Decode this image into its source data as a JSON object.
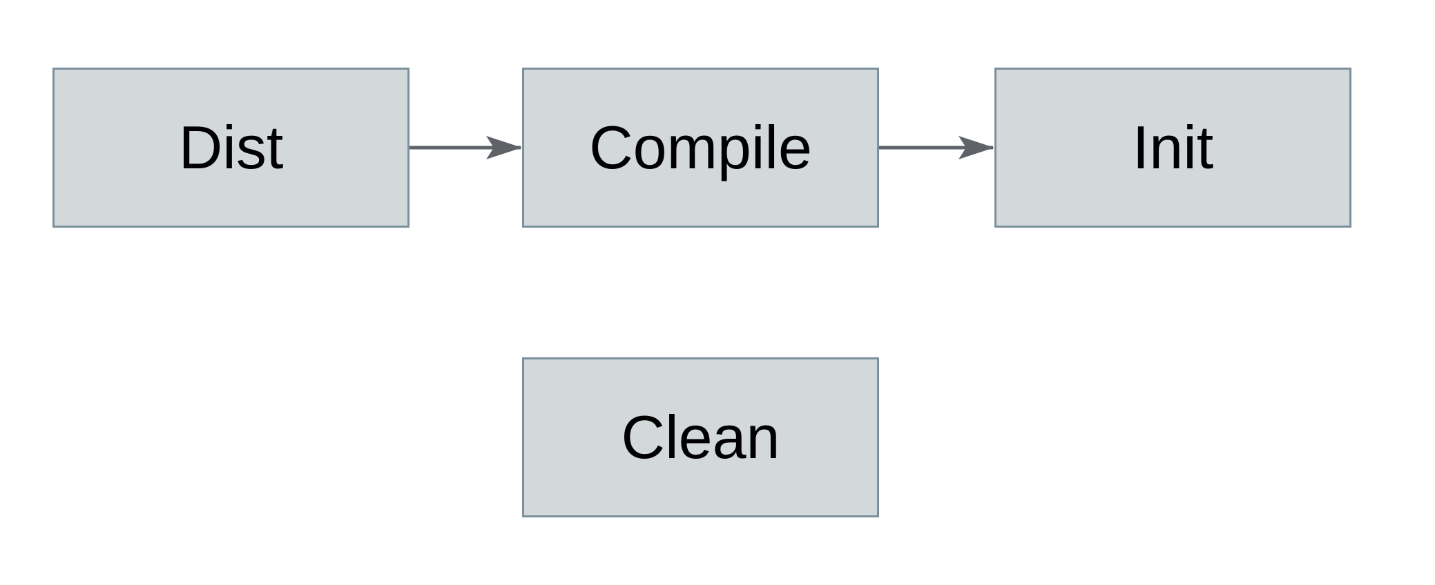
{
  "diagram": {
    "nodes": [
      {
        "id": "dist",
        "label": "Dist"
      },
      {
        "id": "compile",
        "label": "Compile"
      },
      {
        "id": "init",
        "label": "Init"
      },
      {
        "id": "clean",
        "label": "Clean"
      }
    ],
    "edges": [
      {
        "from": "Dist",
        "to": "Compile"
      },
      {
        "from": "Compile",
        "to": "Init"
      }
    ],
    "colors": {
      "background": "#ffffff",
      "node_fill": "#d3d9db",
      "node_border": "#7a909c",
      "arrow": "#5f6368",
      "text": "#000000"
    }
  }
}
